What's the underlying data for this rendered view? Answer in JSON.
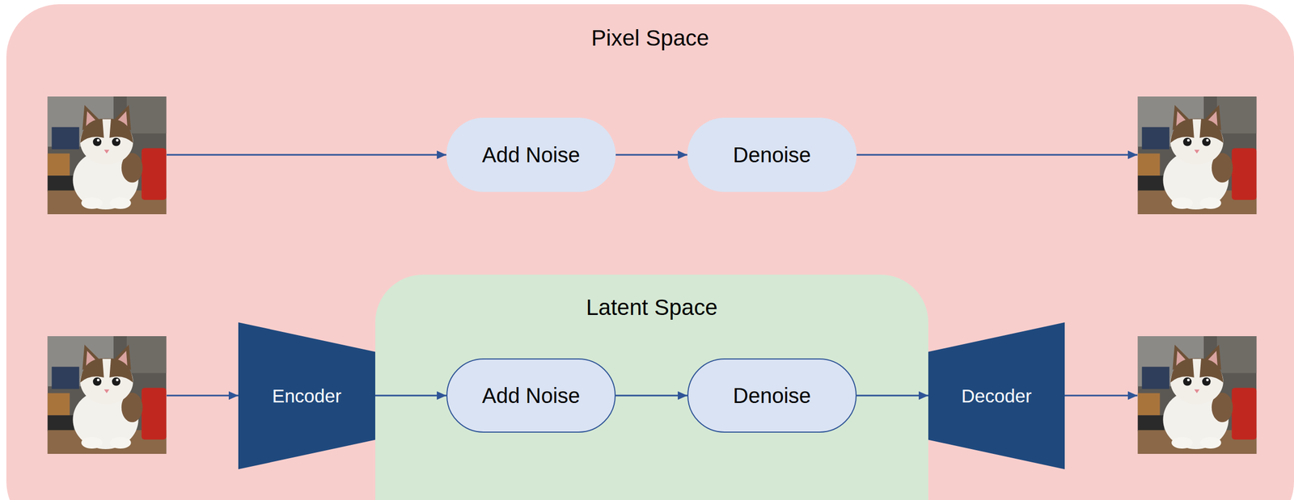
{
  "diagram": {
    "nodes": [
      {
        "text": [
          "Pixel Space"
        ]
      },
      {
        "text": [
          "Add Noise"
        ],
        "in": 0
      },
      {
        "text": [
          "Denoise"
        ],
        "in": 0
      },
      {
        "text": [
          "Latent Space"
        ],
        "in": 0
      },
      {
        "text": [
          "Encoder"
        ],
        "in": 0
      },
      {
        "text": [
          "Add Noise"
        ],
        "in": 3
      },
      {
        "text": [
          "Denoise"
        ],
        "in": 3
      },
      {
        "text": [
          "Decoder"
        ],
        "in": 0
      }
    ],
    "edges": [
      {
        "from": 1,
        "to": 2,
        "arrow": "to"
      },
      {
        "from": 4,
        "to": 5,
        "arrow": "to"
      },
      {
        "from": 5,
        "to": 6,
        "arrow": "to"
      },
      {
        "from": 6,
        "to": 7,
        "arrow": "to"
      }
    ]
  }
}
